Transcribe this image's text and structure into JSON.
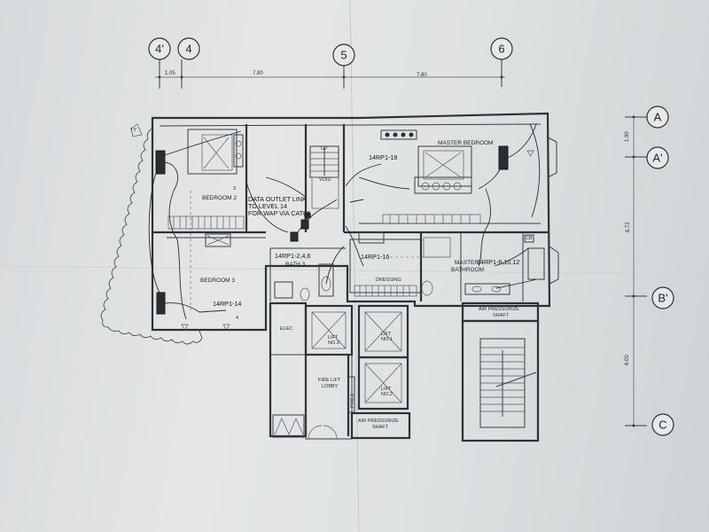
{
  "grid_labels": {
    "col_4p": "4'",
    "col_4": "4",
    "col_5": "5",
    "col_6": "6",
    "row_a": "A",
    "row_ap": "A'",
    "row_bp": "B'",
    "row_c": "C"
  },
  "dimensions": {
    "d_4p_4": "1.05",
    "d_4_5": "7.80",
    "d_5_6": "7.80",
    "d_a_ap": "1.90",
    "d_ap_bp": "6.72",
    "d_bp_c": "6.00"
  },
  "rooms": {
    "bedroom2": "BEDROOM 2",
    "bedroom3": "BEDROOM 3",
    "bath3": "BATH 3",
    "master_bedroom": "MASTER BEDROOM",
    "master_bathroom_1": "MASTER",
    "master_bathroom_2": "BATHROOM",
    "dressing": "DRESSING",
    "elec": "ELEC",
    "lift3_1": "LIFT",
    "lift3_2": "NO.3",
    "lift1_1": "LIFT",
    "lift1_2": "NO.1",
    "lift2_1": "LIFT",
    "lift2_2": "NO.2",
    "fire_lobby_1": "FIRE LIFT",
    "fire_lobby_2": "LOBBY",
    "air_shaft_top_1": "AIR PRESSURIZE",
    "air_shaft_top_2": "SHAFT",
    "air_shaft_bottom_1": "AIR PRESSURIZE",
    "air_shaft_bottom_2": "SHAFT",
    "void": "VOID",
    "up": "UP",
    "fhc": "FHC-1"
  },
  "annotations": {
    "data_outlet_1": "DATA OUTLET LINK",
    "data_outlet_2": "TO LEVEL 14",
    "data_outlet_3": "FOR WAP VIA CAT06",
    "circuit_18": "14RP1-18",
    "circuit_246": "14RP1-2,4,6",
    "circuit_16": "14RP1-16",
    "circuit_81012": "14RP1-8,10,12",
    "circuit_14": "14RP1-14",
    "num_3": "3",
    "num_4": "4",
    "ty": "TY",
    "cb": "CB"
  }
}
